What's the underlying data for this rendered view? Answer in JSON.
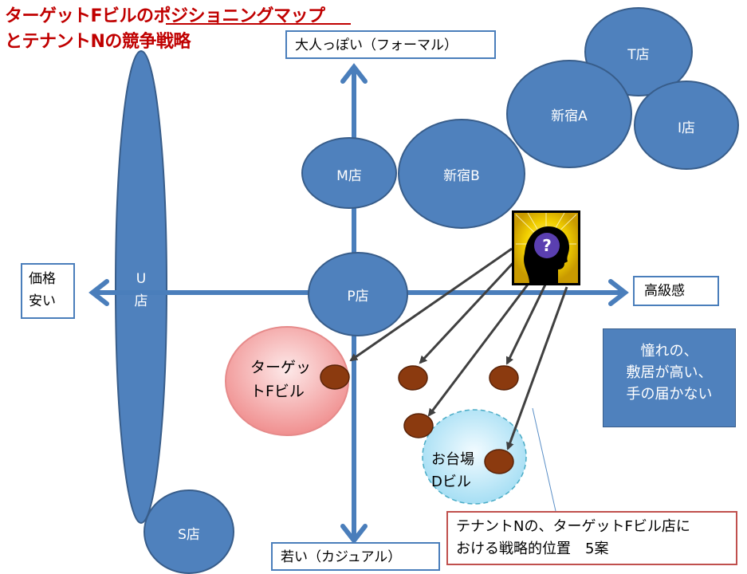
{
  "title": {
    "line1": "ターゲットFビルのポジショニングマップ",
    "line2": "とテナントNの競争戦略"
  },
  "axes": {
    "top": "大人っぽい（フォーマル）",
    "bottom": "若い（カジュアル）",
    "left_line1": "価格",
    "left_line2": "安い",
    "right": "高級感"
  },
  "stores": {
    "u_line1": "U",
    "u_line2": "店",
    "s": "S店",
    "m": "M店",
    "shinjuku_b": "新宿B",
    "shinjuku_a": "新宿A",
    "t": "T店",
    "i": "I店",
    "p": "P店",
    "target_line1": "ターゲッ",
    "target_line2": "トFビル",
    "odaiba_line1": "お台場",
    "odaiba_line2": "Dビル"
  },
  "notes": {
    "aspiration_line1": "憧れの、",
    "aspiration_line2": "敷居が高い、",
    "aspiration_line3": "手の届かない",
    "tenant_line1": "テナントNの、ターゲットFビル店に",
    "tenant_line2": "おける戦略的位置　5案"
  },
  "icons": {
    "question": "question-head-icon"
  },
  "colors": {
    "title_red": "#c00000",
    "store_blue": "#4f81bd",
    "axis_blue": "#4a7ebb",
    "target_pink": "#f4b6b6",
    "odaiba_cyan": "#bfe9f8",
    "option_brown": "#8b3a0f"
  }
}
